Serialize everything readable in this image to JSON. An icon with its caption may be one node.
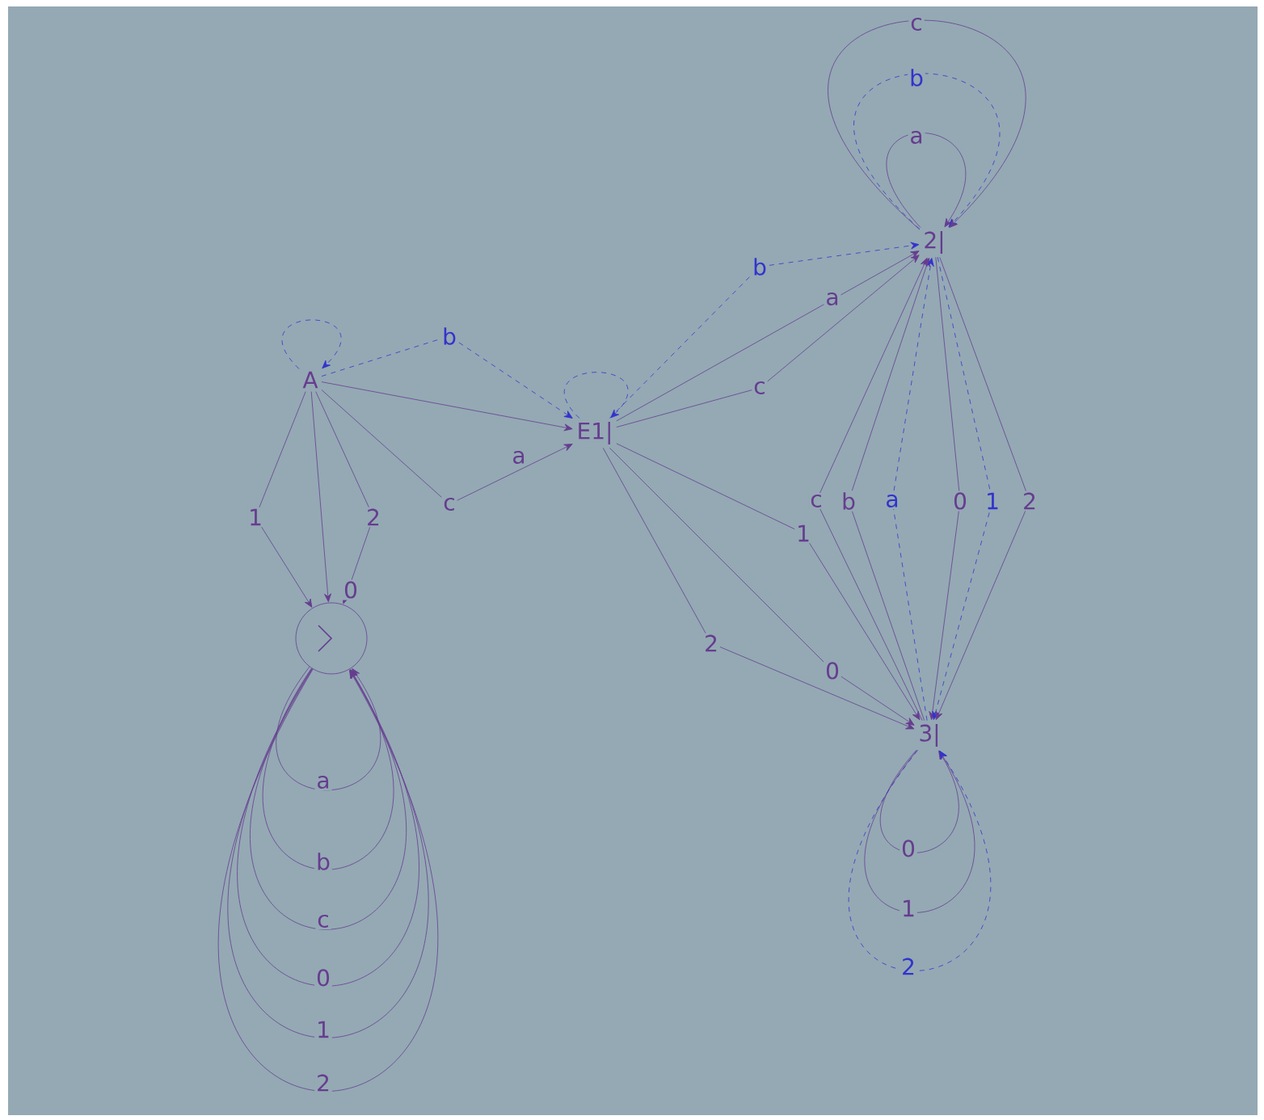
{
  "diagram": {
    "nodes": [
      {
        "text": [
          "A"
        ]
      },
      {
        "text": [
          "E1|"
        ]
      },
      {
        "text": [],
        "shape": "circle"
      },
      {
        "text": [
          "2|"
        ]
      },
      {
        "text": [
          "3|"
        ]
      }
    ],
    "edges": [
      {
        "from": 0,
        "to": 0,
        "arrow": "to",
        "style": "dashed",
        "color": "#3333cc"
      },
      {
        "from": 0,
        "to": 2,
        "arrow": "to",
        "label": "1"
      },
      {
        "from": 0,
        "to": 2,
        "arrow": "to",
        "label": "0"
      },
      {
        "from": 0,
        "to": 2,
        "arrow": "to",
        "label": "2"
      },
      {
        "from": 0,
        "to": 1,
        "arrow": "to",
        "label": "a"
      },
      {
        "from": 0,
        "to": 1,
        "arrow": "to",
        "label": "b",
        "style": "dashed",
        "color": "#3333cc"
      },
      {
        "from": 0,
        "to": 1,
        "arrow": "to",
        "label": "c"
      },
      {
        "from": 1,
        "to": 1,
        "arrow": "to",
        "style": "dashed",
        "color": "#3333cc"
      },
      {
        "from": 2,
        "to": 2,
        "arrow": "to",
        "label": "a"
      },
      {
        "from": 2,
        "to": 2,
        "arrow": "to",
        "label": "b"
      },
      {
        "from": 2,
        "to": 2,
        "arrow": "to",
        "label": "c"
      },
      {
        "from": 2,
        "to": 2,
        "arrow": "to",
        "label": "0"
      },
      {
        "from": 2,
        "to": 2,
        "arrow": "to",
        "label": "1"
      },
      {
        "from": 2,
        "to": 2,
        "arrow": "to",
        "label": "2"
      },
      {
        "from": 1,
        "to": 3,
        "arrow": "to",
        "label": "a"
      },
      {
        "from": 1,
        "to": 3,
        "arrow": "to",
        "label": "b",
        "style": "dashed",
        "color": "#3333cc"
      },
      {
        "from": 1,
        "to": 3,
        "arrow": "to",
        "label": "c"
      },
      {
        "from": 1,
        "to": 4,
        "arrow": "to",
        "label": "1"
      },
      {
        "from": 1,
        "to": 4,
        "arrow": "to",
        "label": "2"
      },
      {
        "from": 1,
        "to": 4,
        "arrow": "to",
        "label": "0"
      },
      {
        "from": 3,
        "to": 3,
        "arrow": "to",
        "label": "a"
      },
      {
        "from": 3,
        "to": 3,
        "arrow": "to",
        "label": "b",
        "style": "dashed",
        "color": "#3333cc"
      },
      {
        "from": 3,
        "to": 3,
        "arrow": "to",
        "label": "c"
      },
      {
        "from": 4,
        "to": 3,
        "arrow": "to",
        "label": "c"
      },
      {
        "from": 4,
        "to": 3,
        "arrow": "to",
        "label": "b"
      },
      {
        "from": 4,
        "to": 3,
        "arrow": "to",
        "label": "a",
        "style": "dashed",
        "color": "#3333cc"
      },
      {
        "from": 3,
        "to": 4,
        "arrow": "to",
        "label": "0"
      },
      {
        "from": 3,
        "to": 4,
        "arrow": "to",
        "label": "1",
        "style": "dashed",
        "color": "#3333cc"
      },
      {
        "from": 3,
        "to": 4,
        "arrow": "to",
        "label": "2"
      },
      {
        "from": 4,
        "to": 4,
        "arrow": "to",
        "label": "0"
      },
      {
        "from": 4,
        "to": 4,
        "arrow": "to",
        "label": "1"
      },
      {
        "from": 4,
        "to": 4,
        "arrow": "to",
        "label": "2",
        "style": "dashed",
        "color": "#3333cc"
      }
    ]
  }
}
